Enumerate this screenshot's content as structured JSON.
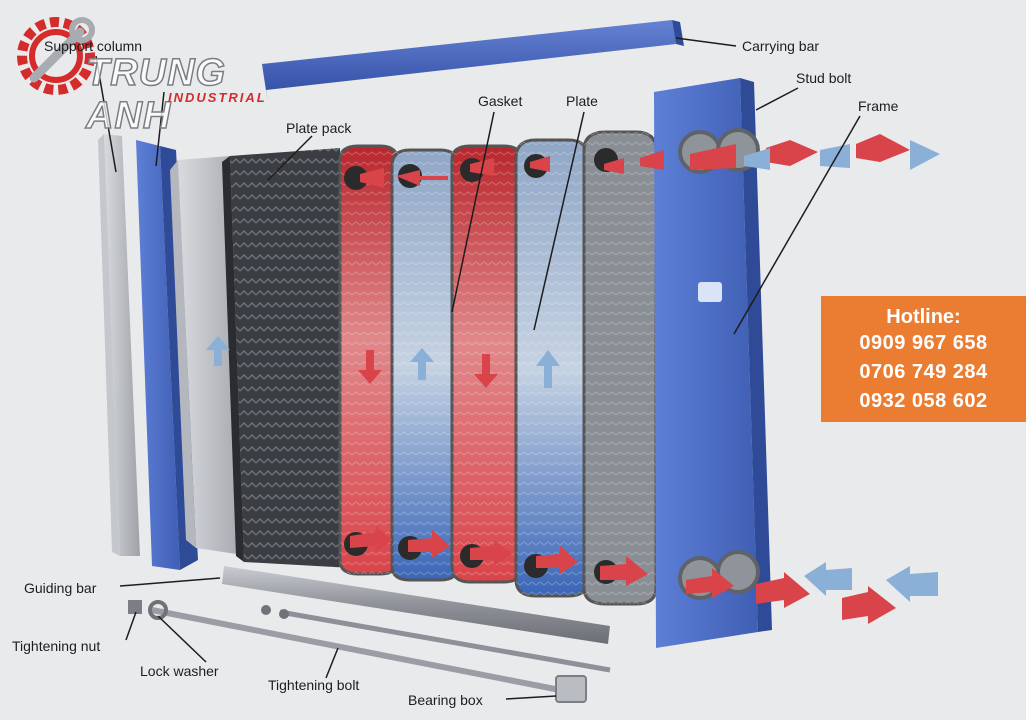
{
  "logo": {
    "brand_name": "TRUNG ANH",
    "brand_sub": "INDUSTRIAL",
    "icon": "gear-wrench-icon"
  },
  "labels": {
    "support_column": "Support column",
    "carrying_bar": "Carrying bar",
    "stud_bolt": "Stud bolt",
    "frame": "Frame",
    "gasket": "Gasket",
    "plate": "Plate",
    "plate_pack": "Plate pack",
    "guiding_bar": "Guiding bar",
    "tightening_nut": "Tightening nut",
    "lock_washer": "Lock washer",
    "tightening_bolt": "Tightening bolt",
    "bearing_box": "Bearing box"
  },
  "hotline": {
    "title": "Hotline:",
    "numbers": [
      "0909 967 658",
      "0706 749 284",
      "0932 058 602"
    ]
  },
  "colors": {
    "frame_blue": "#4a6cc4",
    "hot_red": "#d9444a",
    "cold_blue": "#8ab0d8",
    "hotline_orange": "#ea7d32",
    "logo_red": "#d52b2b"
  }
}
